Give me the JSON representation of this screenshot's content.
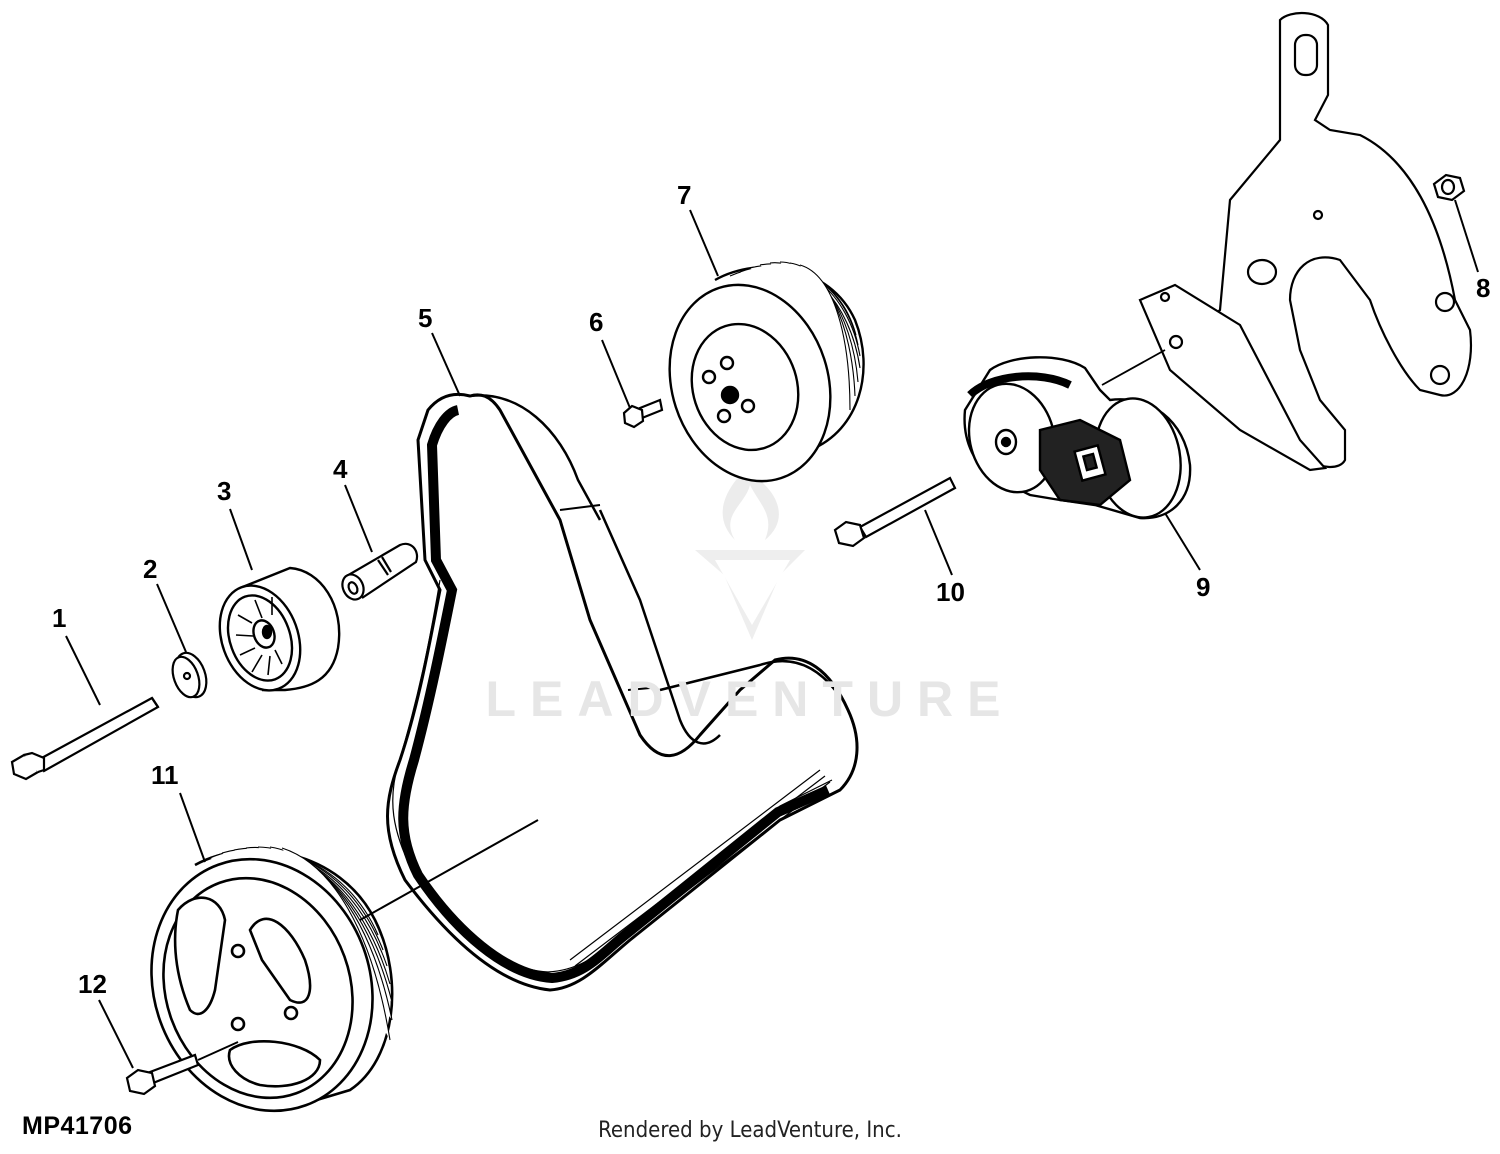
{
  "diagram": {
    "callouts": [
      "1",
      "2",
      "3",
      "4",
      "5",
      "6",
      "7",
      "8",
      "9",
      "10",
      "11",
      "12"
    ],
    "figure_code": "MP41706",
    "credit": "Rendered by LeadVenture, Inc.",
    "watermark": "LEADVENTURE"
  },
  "colors": {
    "ink": "#000000",
    "paper": "#ffffff",
    "watermark": "#e6e6e6"
  }
}
